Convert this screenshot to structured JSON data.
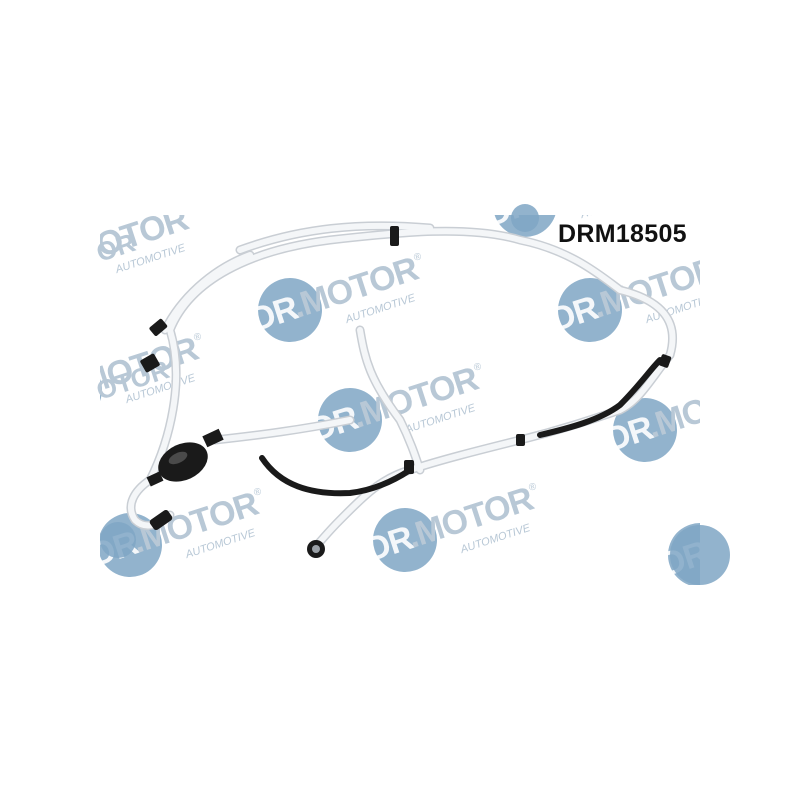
{
  "product": {
    "part_number": "DRM18505"
  },
  "watermark": {
    "brand": "DR.MOTOR",
    "sub": "AUTOMOTIVE",
    "registered_mark": "®",
    "circle_color": "#7FA6C4",
    "text_color": "#B8C8D6"
  },
  "colors": {
    "hose": "#f4f6f8",
    "hose_edge": "#c9ced4",
    "hose_black": "#1a1a1a",
    "background": "#ffffff"
  }
}
